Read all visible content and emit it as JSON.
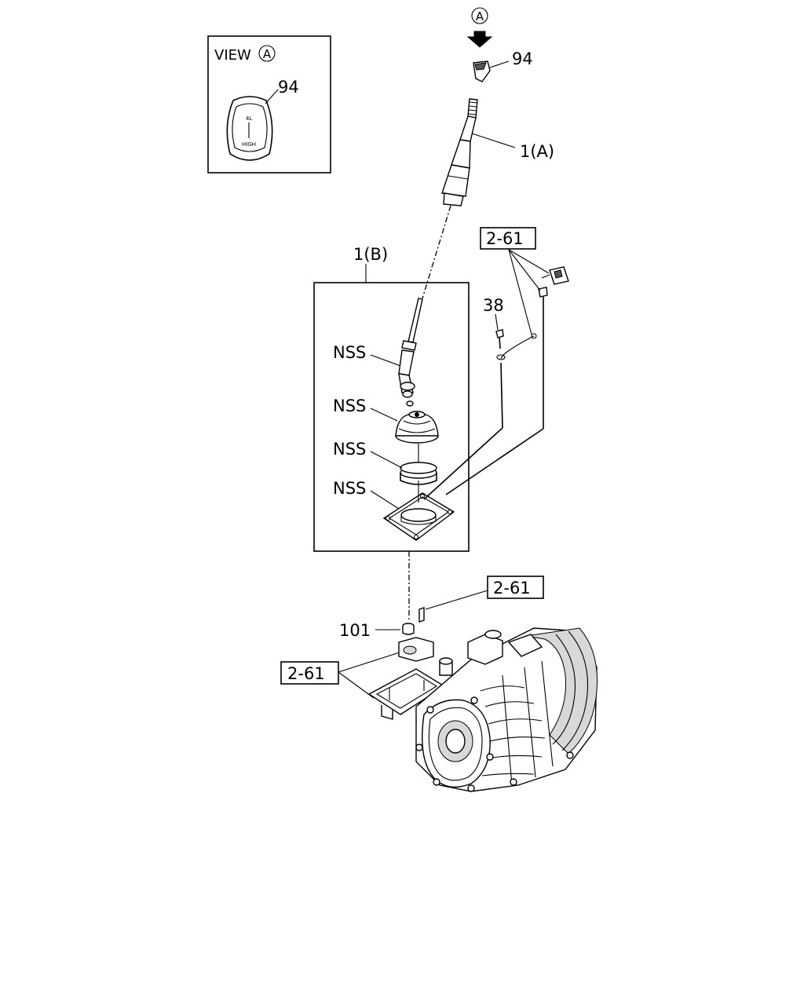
{
  "view_box": {
    "title": "VIEW",
    "circle_letter": "A",
    "part_no": "94",
    "knob_top": "4L",
    "knob_bottom": "HIGH"
  },
  "view_marker": {
    "letter": "A"
  },
  "labels": {
    "knob": "94",
    "lever_upper": "1(A)",
    "lever_lower": "1(B)",
    "bolt": "38",
    "grommet": "101",
    "nss_1": "NSS",
    "nss_2": "NSS",
    "nss_3": "NSS",
    "nss_4": "NSS"
  },
  "ref_boxes": {
    "top": "2-61",
    "middle": "2-61",
    "bottom": "2-61"
  }
}
